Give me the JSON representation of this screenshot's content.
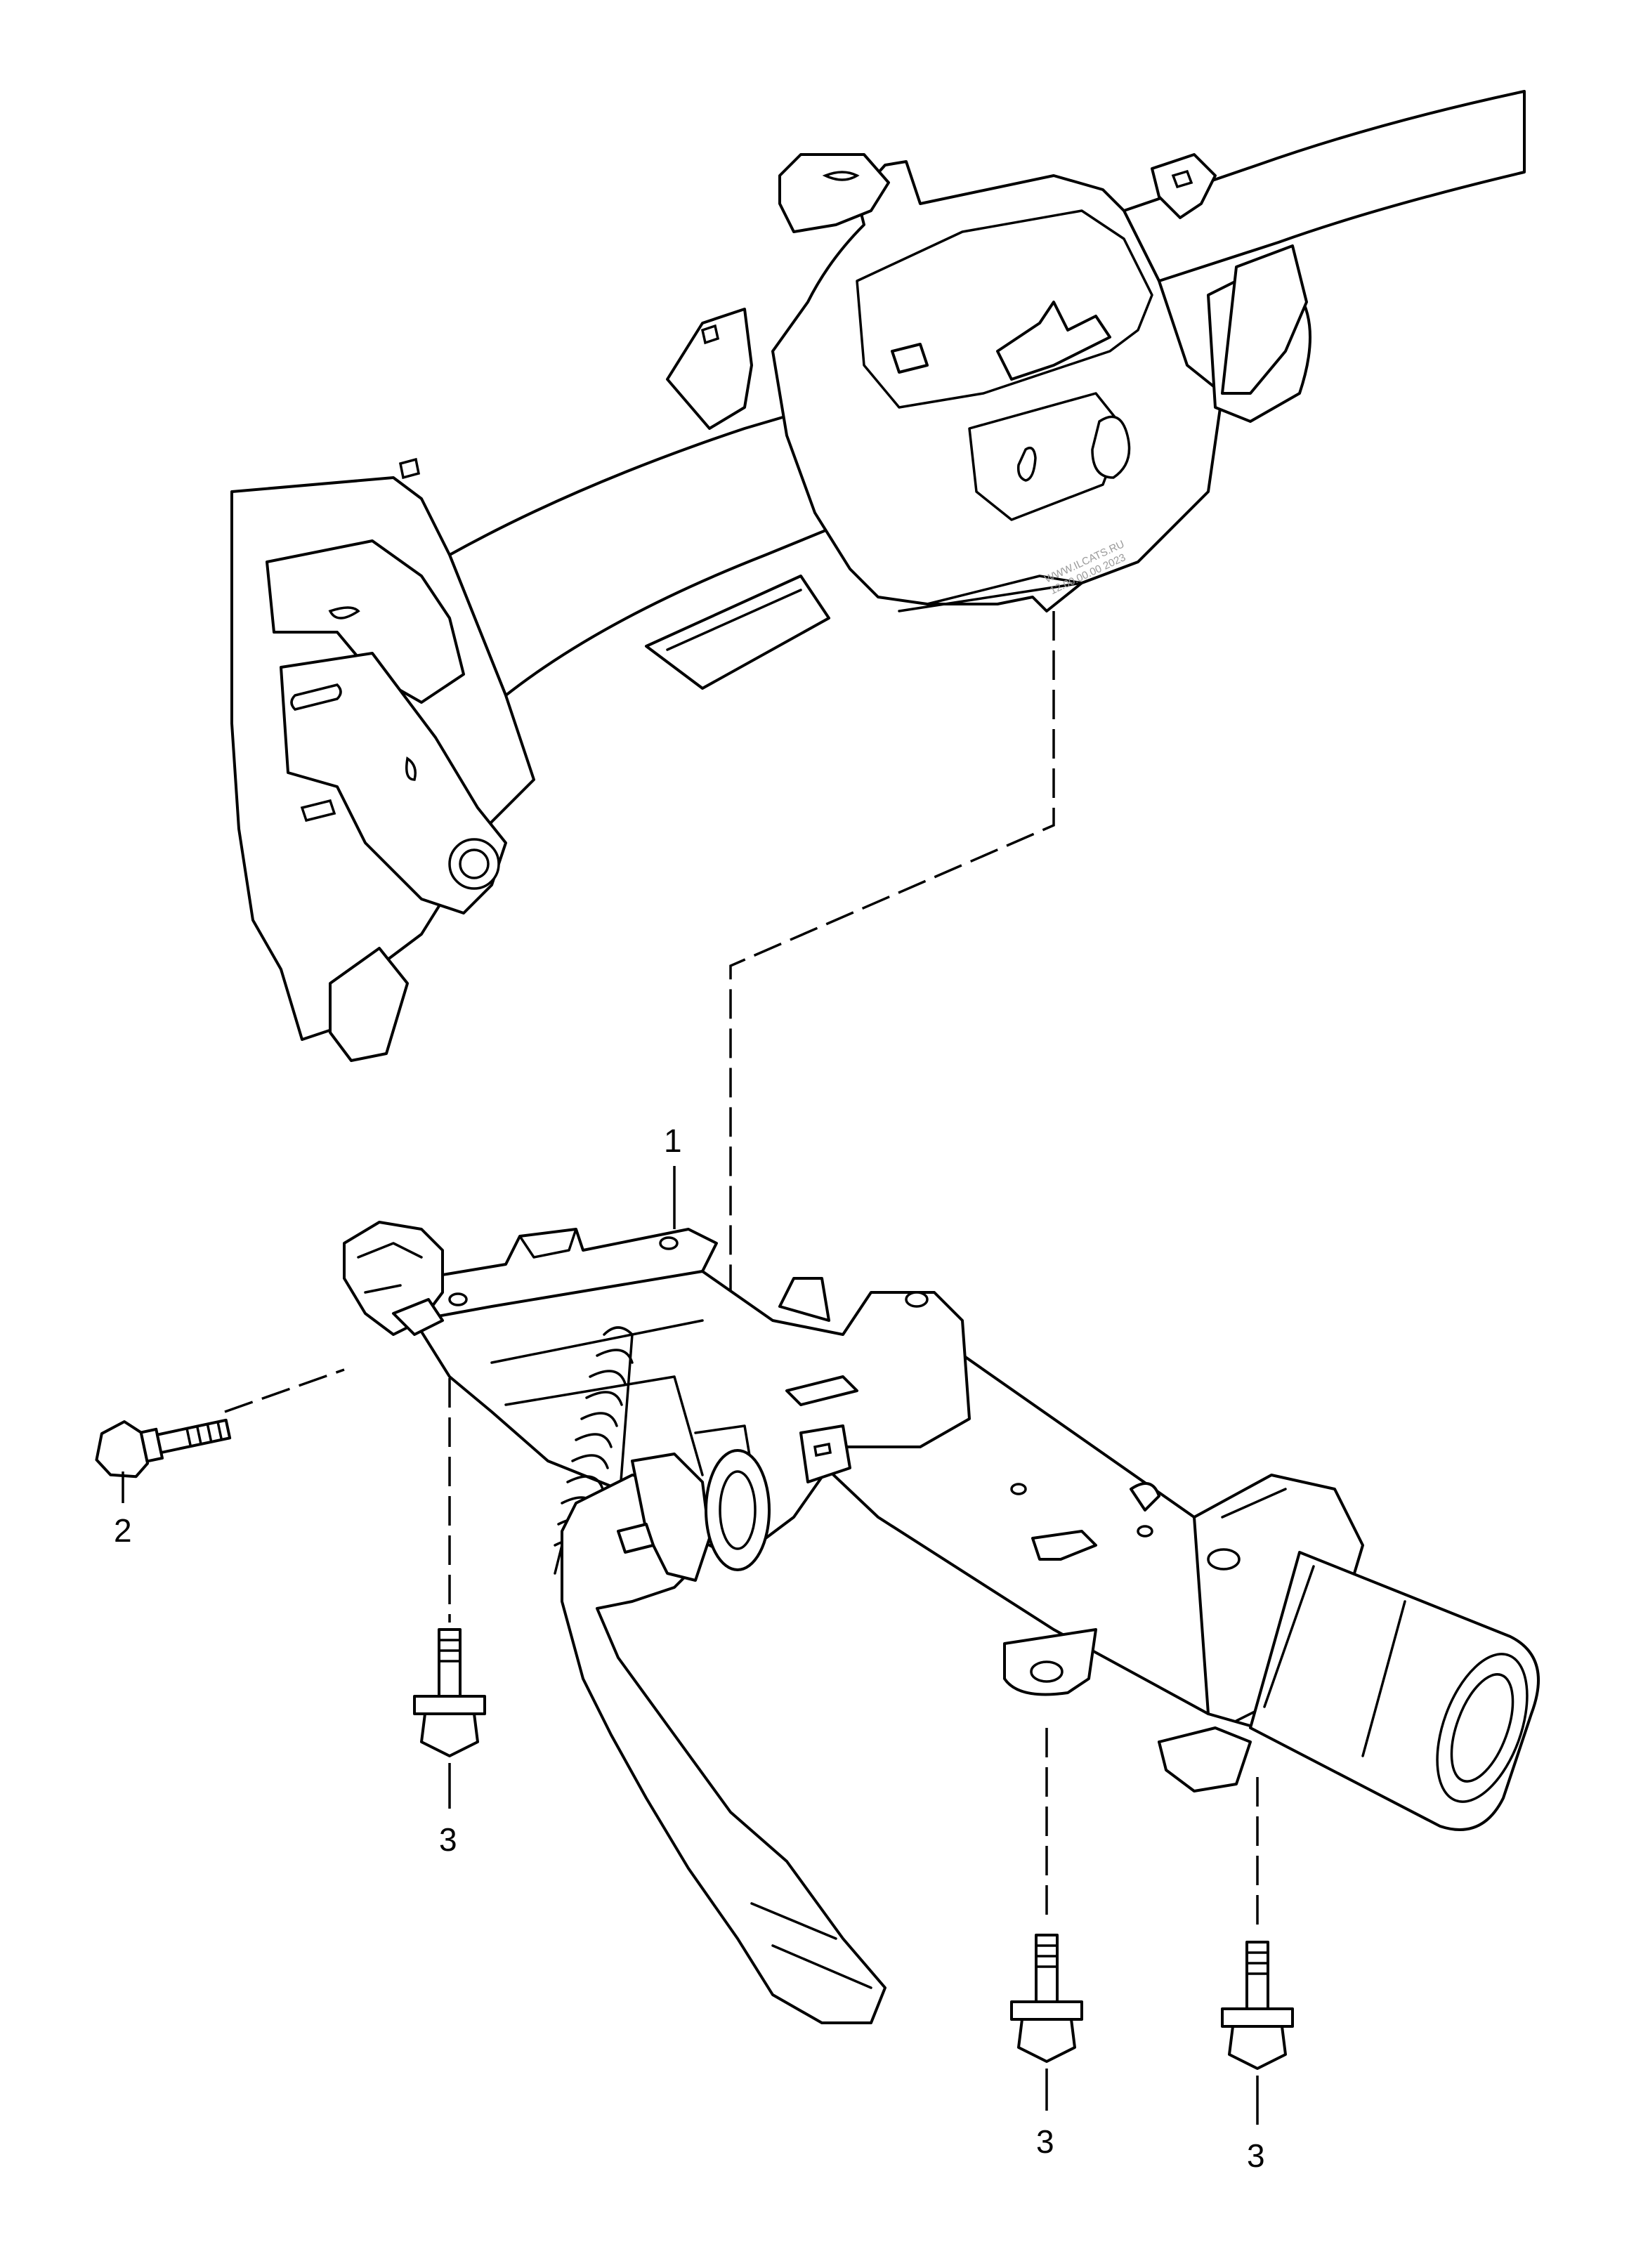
{
  "callouts": [
    {
      "id": "callout-1",
      "label": "1"
    },
    {
      "id": "callout-2",
      "label": "2"
    },
    {
      "id": "callout-3a",
      "label": "3"
    },
    {
      "id": "callout-3b",
      "label": "3"
    },
    {
      "id": "callout-3c",
      "label": "3"
    }
  ],
  "watermark": {
    "line1": "WWW.ILCATS.RU",
    "line2": "12.00.00.00 2023"
  },
  "colors": {
    "line": "#000000",
    "background": "#ffffff"
  }
}
